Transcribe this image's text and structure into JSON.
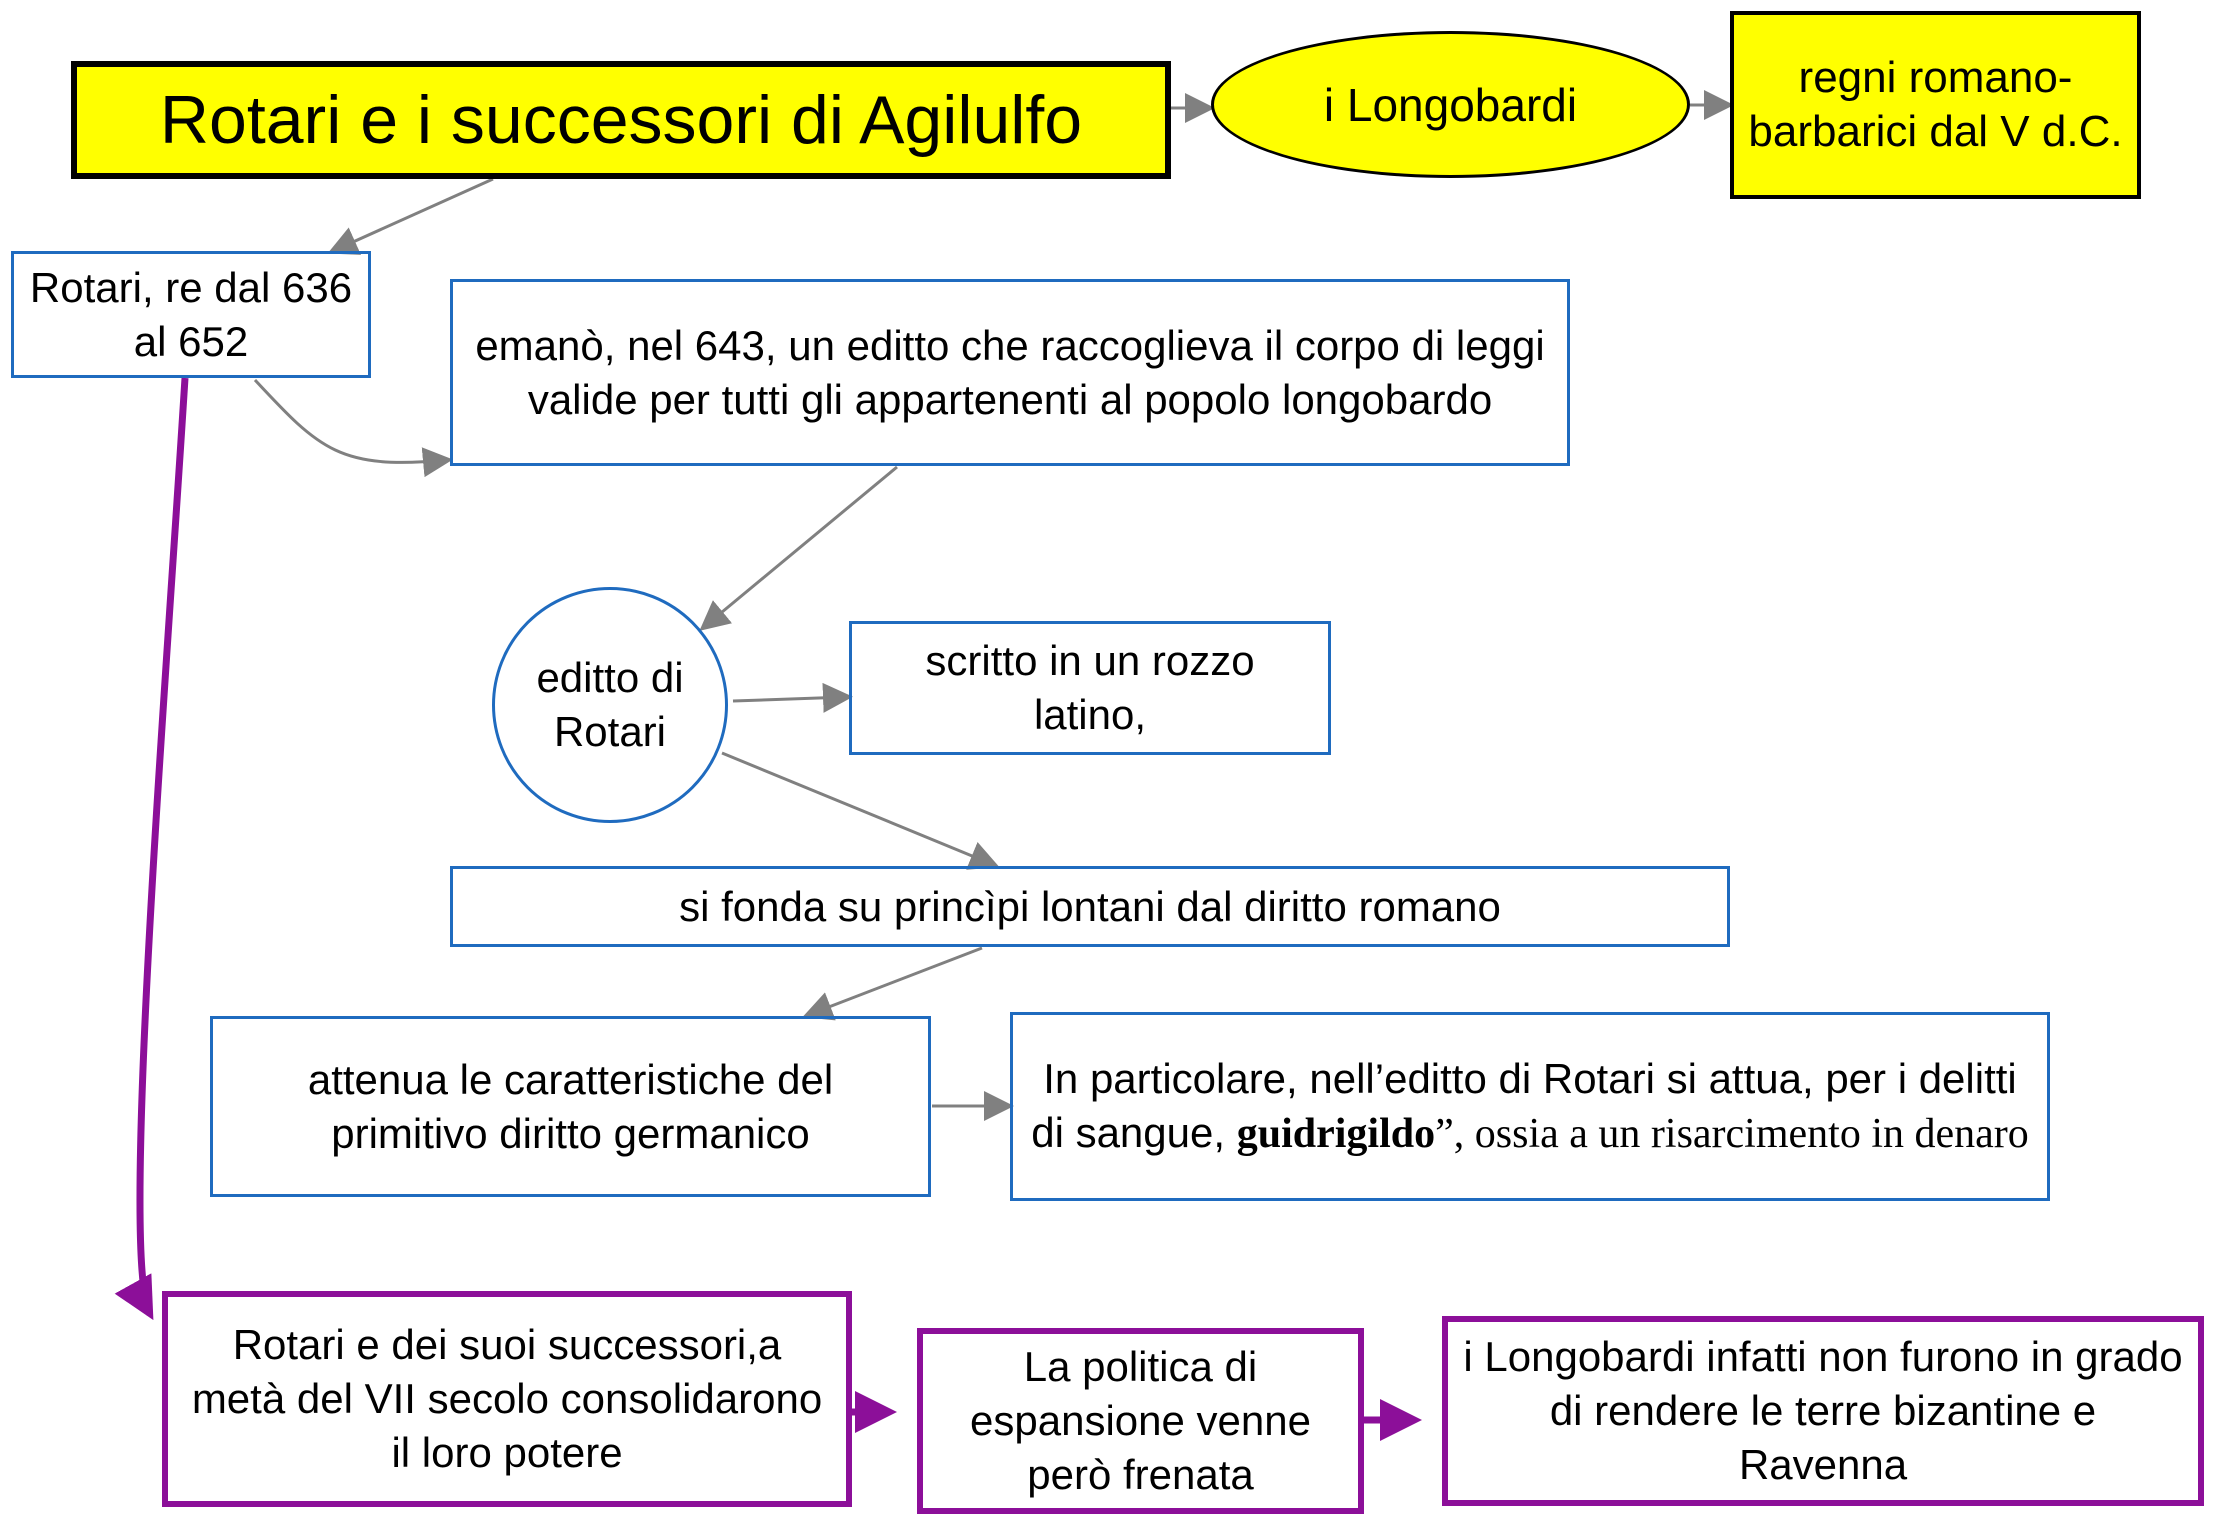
{
  "title": "Rotari e i successori di Agilulfo",
  "longobardi": "i Longobardi",
  "regni": "regni romano-barbarici dal V d.C.",
  "rotari_re": "Rotari, re dal 636 al 652",
  "emano": "emanò, nel 643, un editto che raccoglieva il corpo di leggi valide per tutti gli appartenenti al popolo longobardo",
  "editto": "editto di Rotari",
  "scritto": "scritto in un rozzo latino,",
  "si_fonda": "si fonda su princìpi lontani dal diritto romano",
  "attenua": "attenua le caratteristiche del primitivo diritto germanico",
  "particolare": {
    "part1": "In particolare, nell’editto di Rotari si attua, per i delitti di sangue, ",
    "bold": "guidrigildo",
    "part2": "”, ossia a un risarcimento in denaro"
  },
  "rotari_successori": "Rotari e dei suoi successori,a metà del VII secolo consolidarono il loro potere",
  "politica": "La politica di espansione venne però frenata",
  "infatti": "i Longobardi infatti non furono in grado di rendere le terre bizantine e Ravenna",
  "colors": {
    "yellow": "#ffff00",
    "blue": "#1f6bbf",
    "purple": "#8c0f99",
    "arrow": "#808080"
  }
}
